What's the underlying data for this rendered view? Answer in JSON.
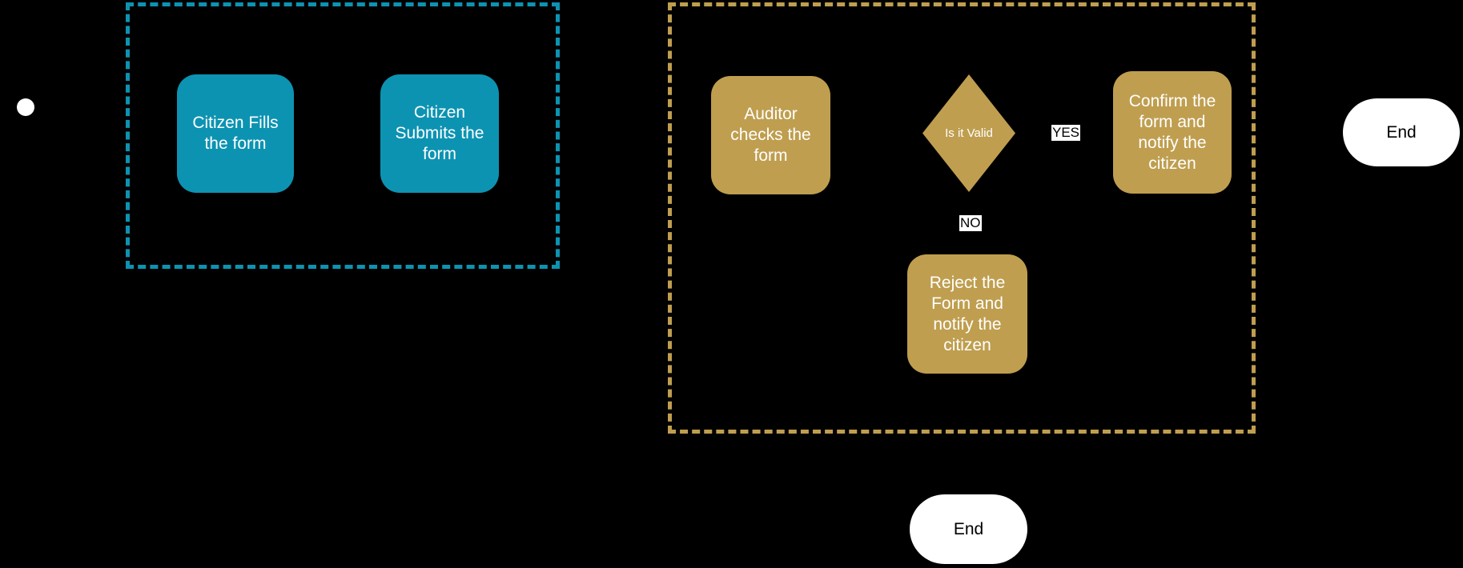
{
  "colors": {
    "background": "#000000",
    "start_fill": "#FFFFFF",
    "citizen_fill": "#0D93B2",
    "citizen_border": "#0D93B2",
    "auditor_fill": "#BF9E4F",
    "auditor_border": "#BF9E4F",
    "node_text": "#FFFFFF",
    "end_fill": "#FFFFFF",
    "end_text": "#000000",
    "edge_label_bg": "#FFFFFF",
    "edge_label_text": "#000000"
  },
  "nodes": {
    "citizen_fills": {
      "label": "Citizen Fills\nthe form"
    },
    "citizen_submits": {
      "label": "Citizen\nSubmits the\nform"
    },
    "auditor_checks": {
      "label": "Auditor\nchecks the\nform"
    },
    "decision": {
      "label": "Is it Valid"
    },
    "confirm": {
      "label": "Confirm the\nform and\nnotify the\ncitizen"
    },
    "reject": {
      "label": "Reject the\nForm and\nnotify the\ncitizen"
    },
    "end_right": {
      "label": "End"
    },
    "end_bottom": {
      "label": "End"
    }
  },
  "edge_labels": {
    "yes": "YES",
    "no": "NO"
  }
}
